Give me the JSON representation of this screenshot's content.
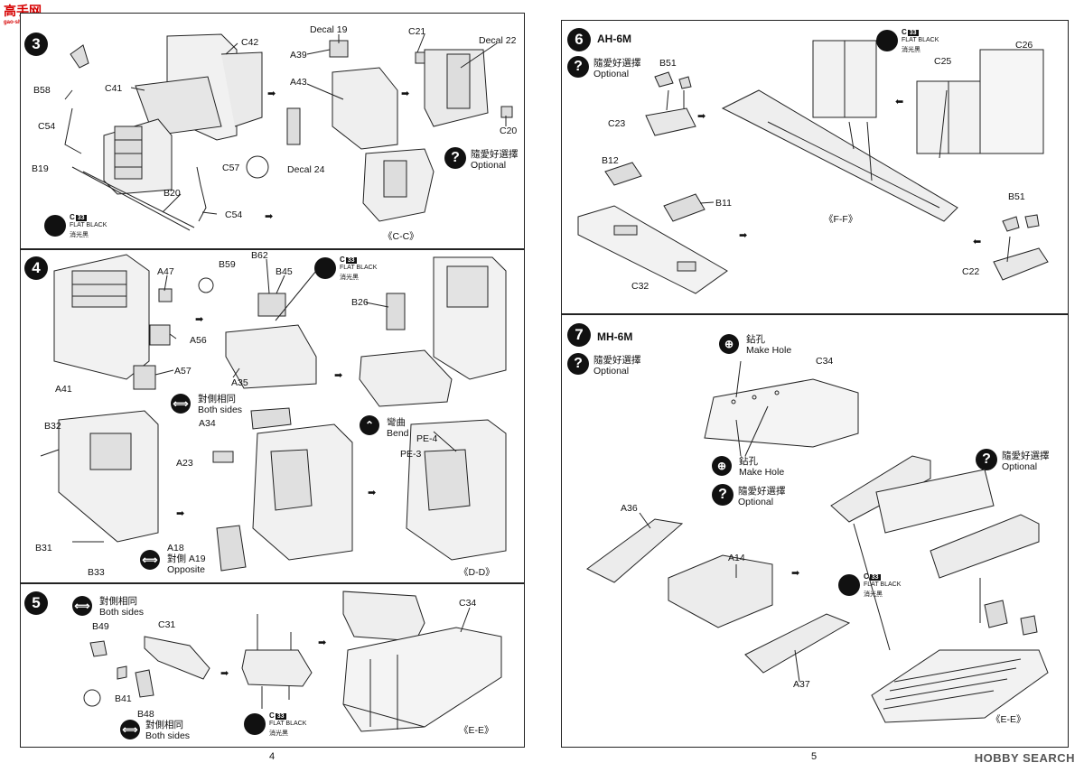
{
  "branding": {
    "top_logo": "高手网",
    "top_logo_sub": "gao-shou.com",
    "watermark": "HOBBY SEARCH"
  },
  "pages": {
    "left": "4",
    "right": "5"
  },
  "paint": {
    "code": "C",
    "code_num": "33",
    "name": "FLAT BLACK",
    "name_cn": "消光黑"
  },
  "labels": {
    "optional_cn": "隨愛好選擇",
    "optional_en": "Optional",
    "both_sides_cn": "對側相同",
    "both_sides_en": "Both sides",
    "opposite_en": "Opposite",
    "bend_cn": "彎曲",
    "bend_en": "Bend",
    "make_hole_cn": "鉆孔",
    "make_hole_en": "Make Hole"
  },
  "step3": {
    "number": "3",
    "parts": [
      "C42",
      "C41",
      "B58",
      "C54",
      "B19",
      "B20",
      "C57",
      "C54",
      "A39",
      "Decal 19",
      "A43",
      "Decal 24",
      "C21",
      "Decal 22",
      "C20"
    ],
    "view": "《C-C》"
  },
  "step4": {
    "number": "4",
    "parts": [
      "A47",
      "B59",
      "B62",
      "B45",
      "A56",
      "A57",
      "A41",
      "A35",
      "B26",
      "A34",
      "A23",
      "B32",
      "B31",
      "B33",
      "A18",
      "PE-4",
      "PE-3"
    ],
    "a18_note": "對側 A19",
    "view": "《D-D》"
  },
  "step5": {
    "number": "5",
    "parts": [
      "B49",
      "C31",
      "B41",
      "B48",
      "C34"
    ],
    "view": "《E-E》"
  },
  "step6": {
    "number": "6",
    "title": "AH-6M",
    "parts": [
      "B51",
      "C23",
      "C26",
      "C25",
      "B12",
      "B11",
      "C32",
      "B51",
      "C22"
    ],
    "view": "《F-F》"
  },
  "step7": {
    "number": "7",
    "title": "MH-6M",
    "parts": [
      "C34",
      "A36",
      "A14",
      "A37"
    ],
    "view": "《E-E》"
  }
}
